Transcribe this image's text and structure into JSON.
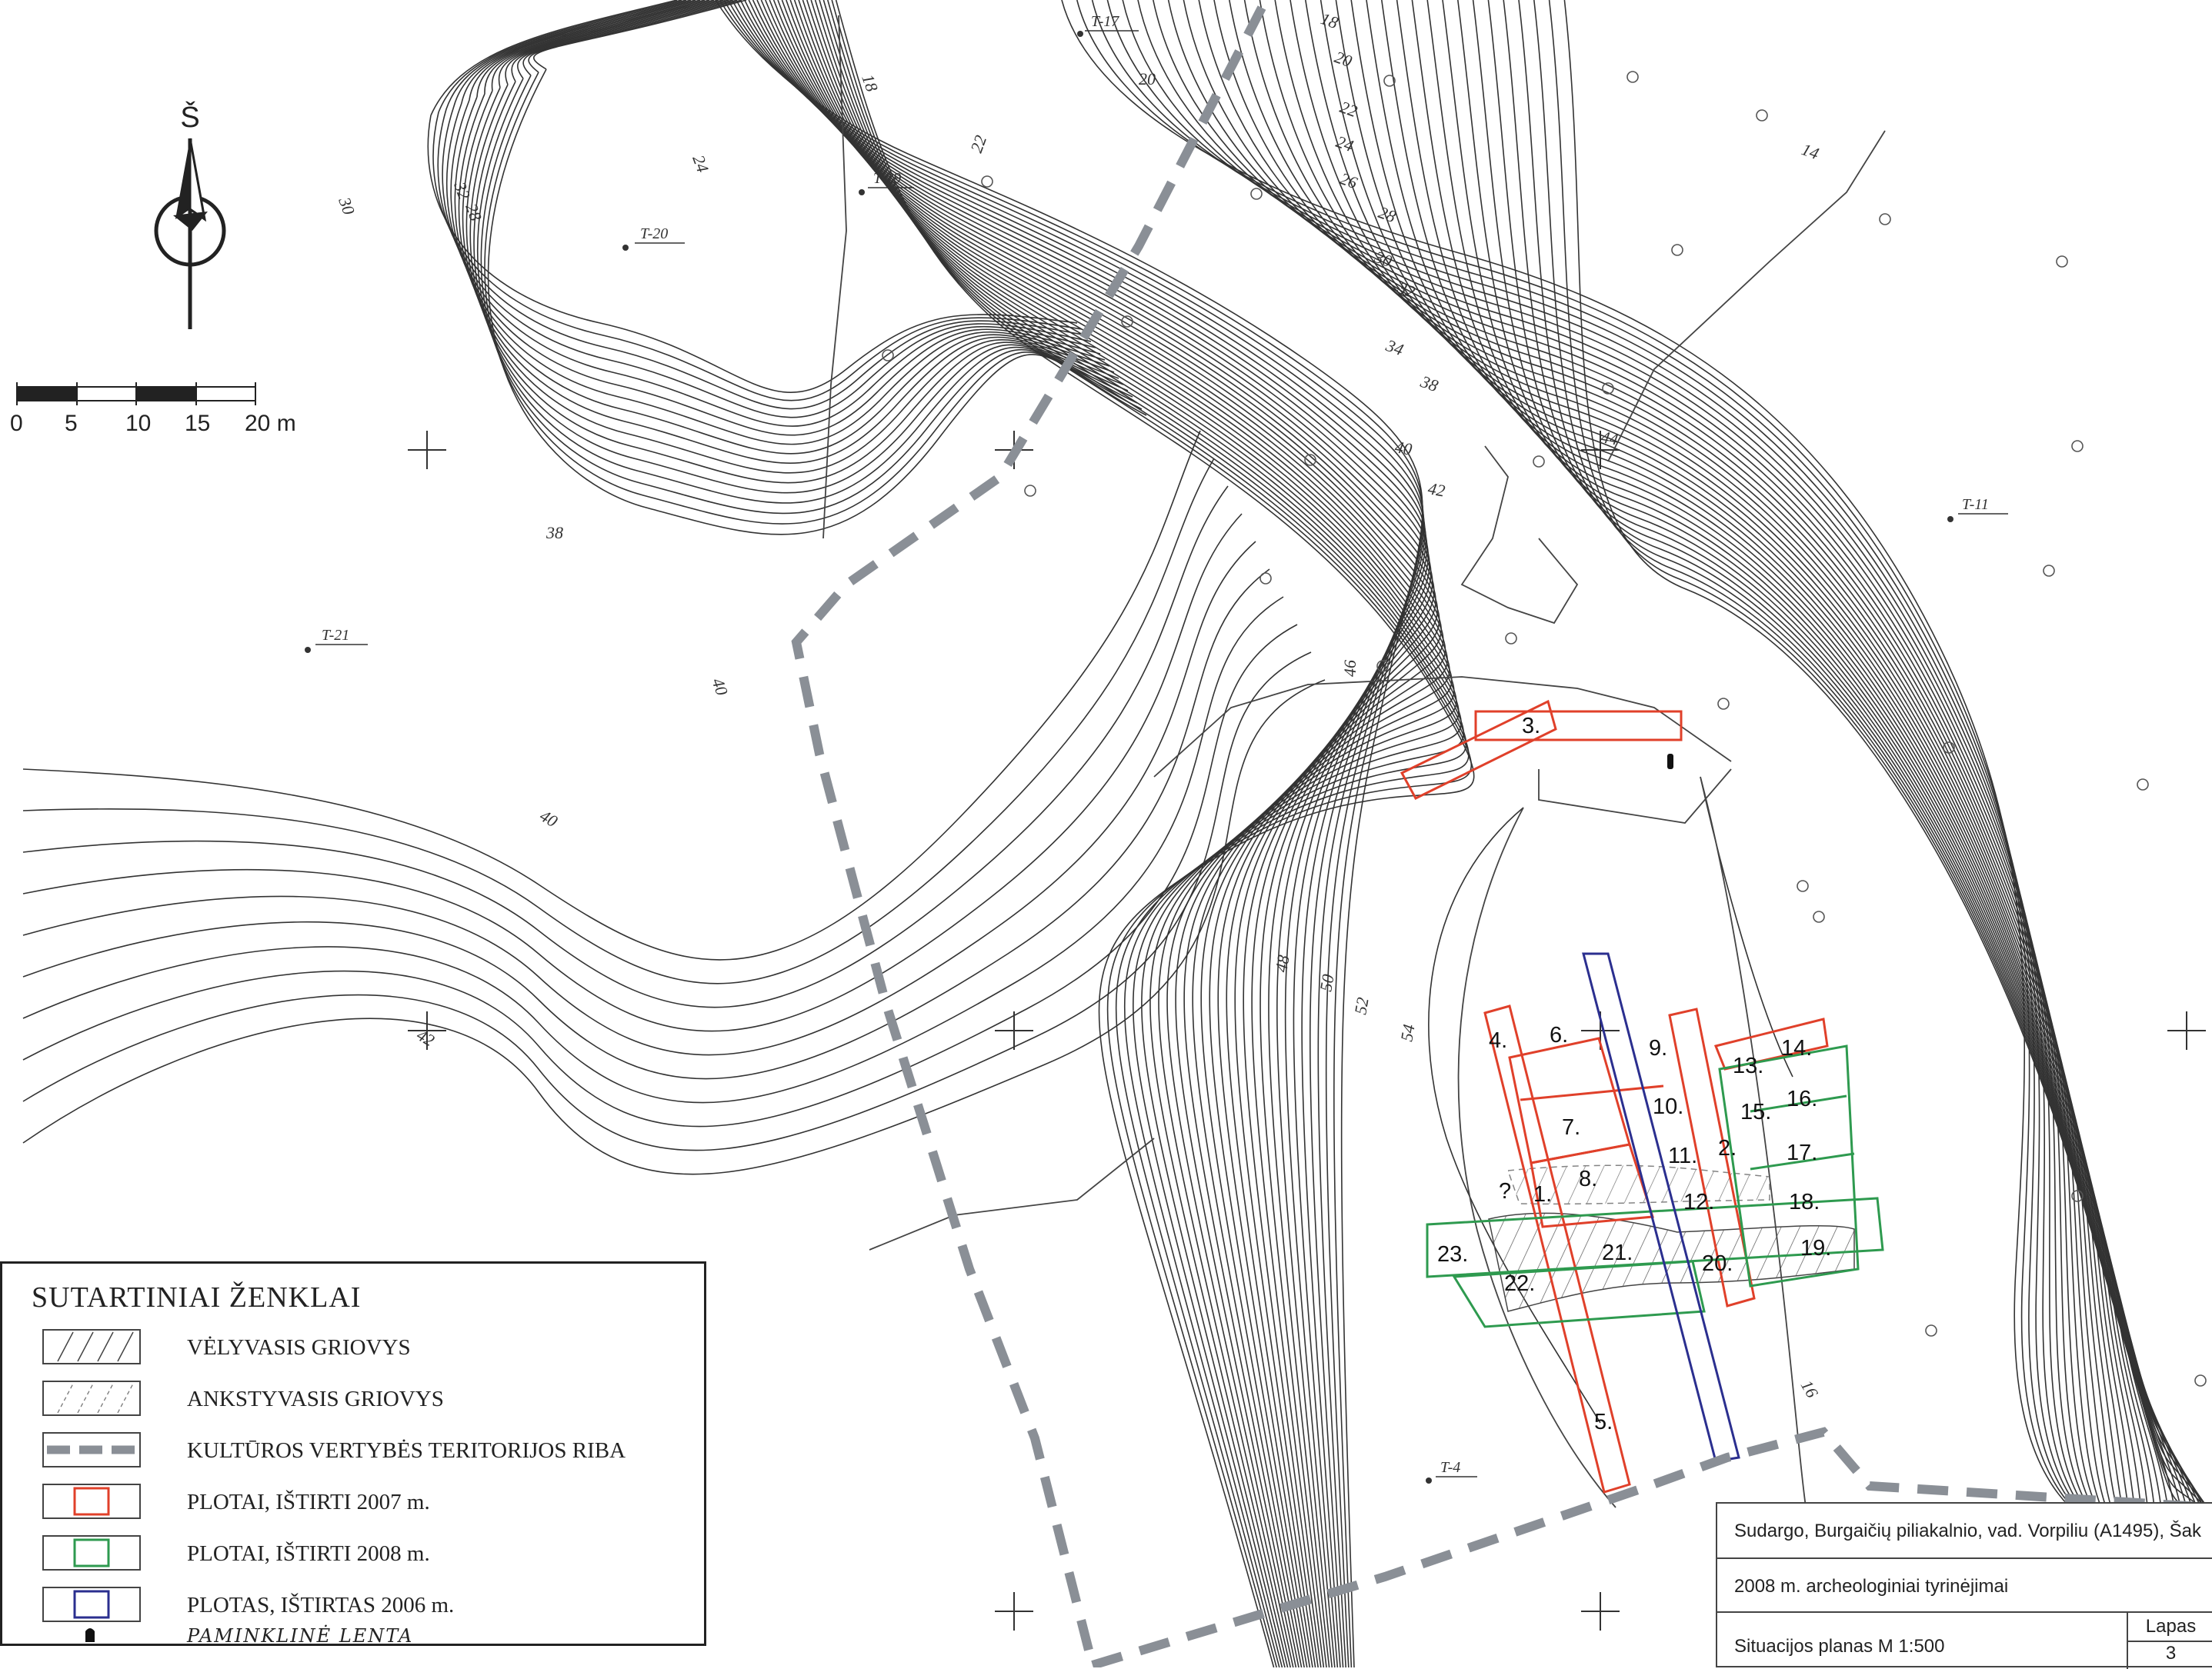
{
  "north": {
    "label": "Š"
  },
  "scale_bar": {
    "ticks": [
      "0",
      "5",
      "10",
      "15",
      "20 m"
    ]
  },
  "contour_labels": [
    "18",
    "20",
    "22",
    "24",
    "26",
    "28",
    "30",
    "32",
    "34",
    "36",
    "38",
    "40",
    "42",
    "44",
    "46",
    "48",
    "50",
    "52",
    "54",
    "16",
    "14"
  ],
  "points": [
    "T-17",
    "T-19",
    "T-20",
    "T-21",
    "T-11",
    "T-4"
  ],
  "areas": {
    "a1": "1.",
    "a2": "2.",
    "a3": "3.",
    "a4": "4.",
    "a5": "5.",
    "a6": "6.",
    "a7": "7.",
    "a8": "8.",
    "a9": "9.",
    "a10": "10.",
    "a11": "11.",
    "a12": "12.",
    "a13": "13.",
    "a14": "14.",
    "a15": "15.",
    "a16": "16.",
    "a17": "17.",
    "a18": "18.",
    "a19": "19.",
    "a20": "20.",
    "a21": "21.",
    "a22": "22.",
    "a23": "23.",
    "q": "?"
  },
  "legend": {
    "title": "SUTARTINIAI ŽENKLAI",
    "items": [
      {
        "label": "VĖLYVASIS GRIOVYS"
      },
      {
        "label": "ANKSTYVASIS GRIOVYS"
      },
      {
        "label": "KULTŪROS VERTYBĖS TERITORIJOS RIBA"
      },
      {
        "label": "PLOTAI, IŠTIRTI 2007 m."
      },
      {
        "label": "PLOTAI, IŠTIRTI 2008 m."
      },
      {
        "label": "PLOTAS, IŠTIRTAS 2006 m."
      },
      {
        "label": "PAMINKLINĖ LENTA"
      }
    ]
  },
  "colors": {
    "area_2007": "#e0402a",
    "area_2008": "#2e9a4f",
    "area_2006": "#2b2f8f",
    "boundary": "#8a8f96"
  },
  "title_block": {
    "line1": "Sudargo, Burgaičių piliakalnio, vad. Vorpiliu (A1495), Šak",
    "line2": "2008 m. archeologiniai tyrinėjimai",
    "line3": "Situacijos planas M 1:500",
    "sheet_label": "Lapas",
    "sheet_number": "3"
  }
}
